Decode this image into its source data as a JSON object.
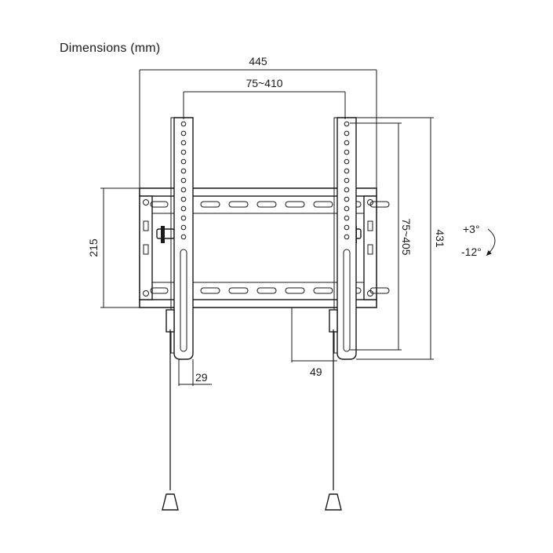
{
  "title": "Dimensions (mm)",
  "dimensions": {
    "overall_width": "445",
    "vesa_horizontal": "75~410",
    "plate_height": "215",
    "vesa_vertical": "75~405",
    "overall_height": "431",
    "arm_depth": "29",
    "wall_distance": "49"
  },
  "tilt": {
    "up": "+3°",
    "down": "-12°"
  },
  "colors": {
    "line": "#1a1a1a",
    "background": "#ffffff"
  }
}
